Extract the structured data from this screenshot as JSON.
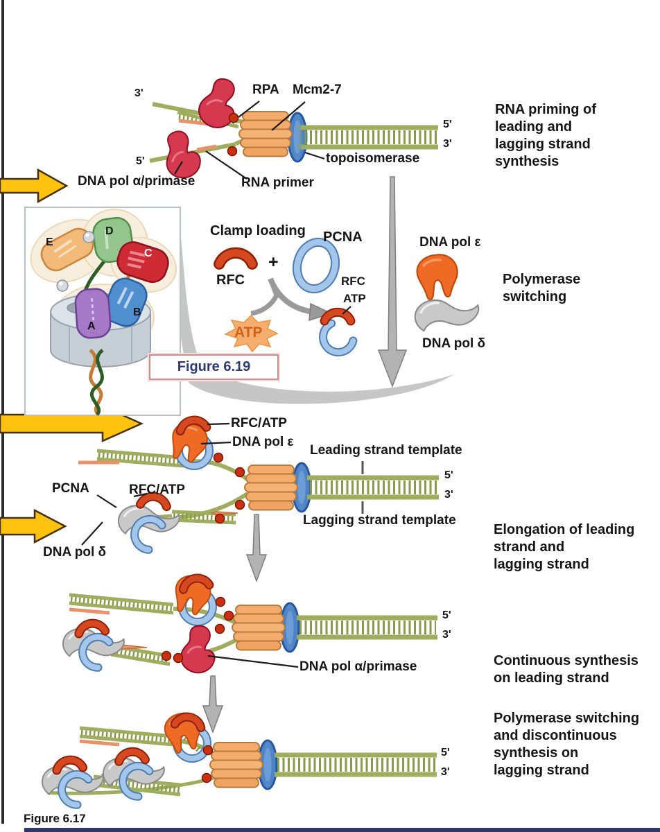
{
  "figure": {
    "caption": "Figure 6.17",
    "inset_caption": "Figure 6.19"
  },
  "s1": {
    "left_3p": "3'",
    "left_5p": "5'",
    "rpa": "RPA",
    "mcm": "Mcm2-7",
    "right_5p": "5'",
    "right_3p": "3'",
    "topoisomerase": "topoisomerase",
    "pol_alpha": "DNA pol α/primase",
    "rna_primer": "RNA primer",
    "stage": "RNA priming of\nleading and\nlagging strand\nsynthesis"
  },
  "clamp": {
    "title": "Clamp loading",
    "rfc": "RFC",
    "plus": "+",
    "pcna": "PCNA",
    "atp": "ATP",
    "rfc2": "RFC",
    "atp2": "ATP"
  },
  "inset": {
    "a": "A",
    "b": "B",
    "c": "C",
    "d": "D",
    "e": "E"
  },
  "switch": {
    "pol_e": "DNA pol ε",
    "stage": "Polymerase\nswitching",
    "pol_d": "DNA pol δ"
  },
  "s2": {
    "rfc_atp": "RFC/ATP",
    "pol_e": "DNA pol ε",
    "leading": "Leading strand template",
    "pcna": "PCNA",
    "rfc_atp2": "RFC/ATP",
    "right_5p": "5'",
    "right_3p": "3'",
    "lagging": "Lagging strand template",
    "pol_d": "DNA pol δ",
    "stage": "Elongation of leading\nstrand and\nlagging strand"
  },
  "s3": {
    "right_5p": "5'",
    "right_3p": "3'",
    "pol_alpha": "DNA pol α/primase",
    "stage": "Continuous synthesis\non leading strand"
  },
  "s4": {
    "right_5p": "5'",
    "right_3p": "3'",
    "stage": "Polymerase switching\nand discontinuous\nsynthesis on\nlagging strand"
  },
  "colors": {
    "strand_green": "#9fae5e",
    "primer_salmon": "#e8926a",
    "helicase_orange": "#f3ac6b",
    "topo_blue": "#4e83c6",
    "pcna_blue": "#a3c6ea",
    "rfc_red": "#d6481f",
    "pol_epsilon_orange": "#ef6b25",
    "pol_delta_gray": "#c9c9c9",
    "pol_alpha_red": "#d5394d",
    "rpa_dot_red": "#c92f10",
    "arrow_yellow": "#ffc20e",
    "clamp_box_bg": "#fbe5c4",
    "figure_ref_text": "#2b3a70"
  }
}
